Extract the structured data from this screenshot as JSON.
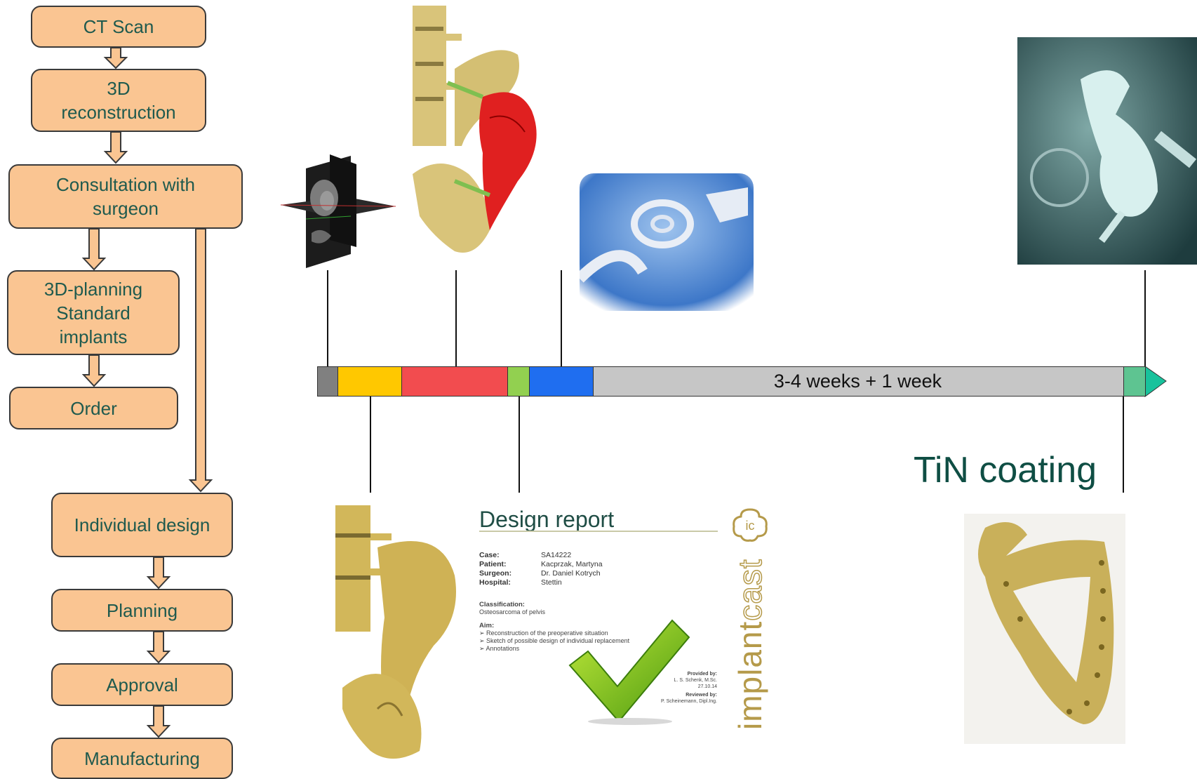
{
  "flow": {
    "ct_scan": "CT Scan",
    "recon_line1": "3D",
    "recon_line2": "reconstruction",
    "consult_line1": "Consultation with",
    "consult_line2": "surgeon",
    "plan_line1": "3D-planning",
    "plan_line2": "Standard",
    "plan_line3": "implants",
    "order": "Order",
    "individual_design": "Individual design",
    "planning": "Planning",
    "approval": "Approval",
    "manufacturing": "Manufacturing"
  },
  "timeline": {
    "bar_label": "3-4 weeks + 1 week",
    "coating_label": "TiN coating",
    "colors": {
      "gray": "#808080",
      "yellow": "#ffc800",
      "red": "#f24c4f",
      "green": "#92d050",
      "blue": "#1f6ef0",
      "light_gray": "#c6c6c6",
      "teal": "#5ec491",
      "arrow": "#18c29c"
    }
  },
  "report": {
    "title": "Design report",
    "rows": [
      {
        "key": "Case:",
        "value": "SA14222"
      },
      {
        "key": "Patient:",
        "value": "Kacprzak, Martyna"
      },
      {
        "key": "Surgeon:",
        "value": "Dr. Daniel Kotrych"
      },
      {
        "key": "Hospital:",
        "value": "Stettin"
      }
    ],
    "classification_label": "Classification:",
    "classification_value": "Osteosarcoma of pelvis",
    "aim_label": "Aim:",
    "aim_items": [
      "➢ Reconstruction of the preoperative situation",
      "➢ Sketch of possible design of individual replacement",
      "➢ Annotations"
    ],
    "provided_label": "Provided by:",
    "provided_name": "L. S. Schenk, M.Sc.",
    "provided_date": "27.10.14",
    "reviewed_label": "Reviewed by:",
    "reviewed_name": "P. Scheinemann, Dipl.Ing.",
    "brand_text": "implant",
    "brand_text2": "cast",
    "logo_text": "ic"
  }
}
